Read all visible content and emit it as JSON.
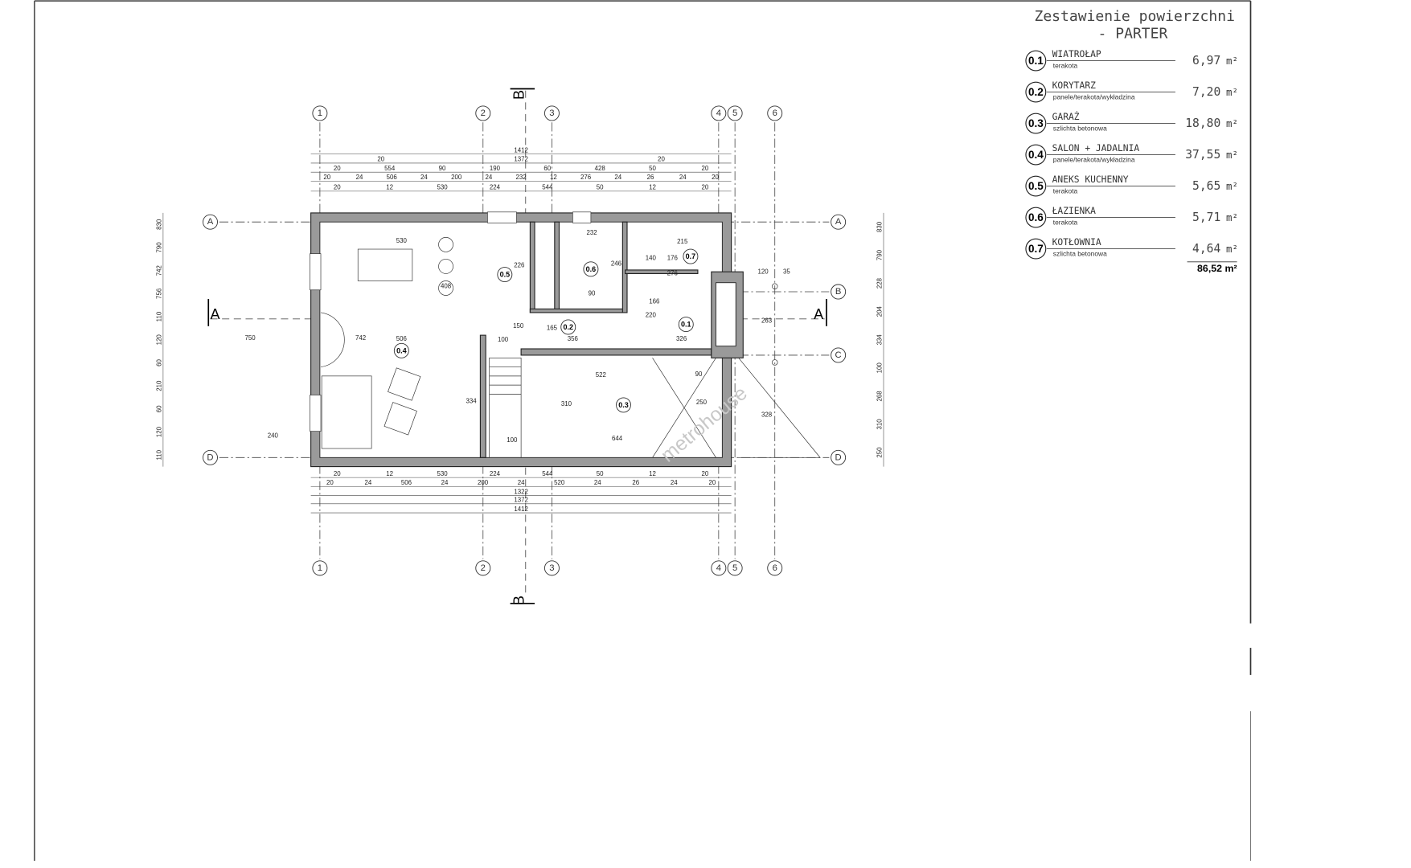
{
  "legend": {
    "title_line1": "Zestawienie powierzchni",
    "title_line2": "- PARTER",
    "rooms": [
      {
        "num": "0.1",
        "name": "WIATROŁAP",
        "finish": "terakota",
        "area": "6,97",
        "unit": "m²"
      },
      {
        "num": "0.2",
        "name": "KORYTARZ",
        "finish": "panele/terakota/wykładzina",
        "area": "7,20",
        "unit": "m²"
      },
      {
        "num": "0.3",
        "name": "GARAŻ",
        "finish": "szlichta betonowa",
        "area": "18,80",
        "unit": "m²"
      },
      {
        "num": "0.4",
        "name": "SALON + JADALNIA",
        "finish": "panele/terakota/wykładzina",
        "area": "37,55",
        "unit": "m²"
      },
      {
        "num": "0.5",
        "name": "ANEKS KUCHENNY",
        "finish": "terakota",
        "area": "5,65",
        "unit": "m²"
      },
      {
        "num": "0.6",
        "name": "ŁAZIENKA",
        "finish": "terakota",
        "area": "5,71",
        "unit": "m²"
      },
      {
        "num": "0.7",
        "name": "KOTŁOWNIA",
        "finish": "szlichta betonowa",
        "area": "4,64",
        "unit": "m²"
      }
    ],
    "total": "86,52 m²"
  },
  "plan": {
    "grid_columns": [
      "1",
      "2",
      "3",
      "4",
      "5",
      "6"
    ],
    "grid_rows": [
      "A",
      "B",
      "C",
      "D"
    ],
    "sections": [
      "A",
      "A",
      "B",
      "B"
    ],
    "top_dims": {
      "r1": [
        "1412"
      ],
      "r2": [
        "20",
        "1372",
        "20"
      ],
      "r3": [
        "20",
        "554",
        "90",
        "190",
        "60",
        "428",
        "50",
        "20"
      ],
      "r4": [
        "20",
        "24",
        "506",
        "24",
        "200",
        "24",
        "232",
        "12",
        "276",
        "24",
        "26",
        "24",
        "20"
      ],
      "r5": [
        "20",
        "12",
        "530",
        "224",
        "544",
        "50",
        "12",
        "20"
      ]
    },
    "bottom_dims": {
      "r1": [
        "20",
        "12",
        "530",
        "224",
        "544",
        "50",
        "12",
        "20"
      ],
      "r2": [
        "20",
        "24",
        "506",
        "24",
        "200",
        "24",
        "520",
        "24",
        "26",
        "24",
        "20"
      ],
      "r3": [
        "1322"
      ],
      "r4": [
        "1372"
      ],
      "r5": [
        "1412"
      ]
    },
    "left_dims": [
      "830",
      "790",
      "742",
      "756",
      "110",
      "120",
      "60",
      "210",
      "60",
      "120",
      "110"
    ],
    "right_dims": [
      "830",
      "790",
      "228",
      "204",
      "334",
      "100",
      "268",
      "310",
      "250"
    ],
    "inner_dims": [
      "530",
      "506",
      "644",
      "522",
      "356",
      "326",
      "165",
      "232",
      "215",
      "276",
      "166",
      "334",
      "310",
      "328",
      "250",
      "240",
      "750",
      "742",
      "408",
      "226",
      "246",
      "140",
      "176",
      "120",
      "35",
      "100",
      "100",
      "90",
      "90",
      "220",
      "150",
      "263"
    ],
    "rooms": [
      "0.1",
      "0.2",
      "0.3",
      "0.4",
      "0.5",
      "0.6",
      "0.7"
    ],
    "watermark": "metrohouse"
  }
}
